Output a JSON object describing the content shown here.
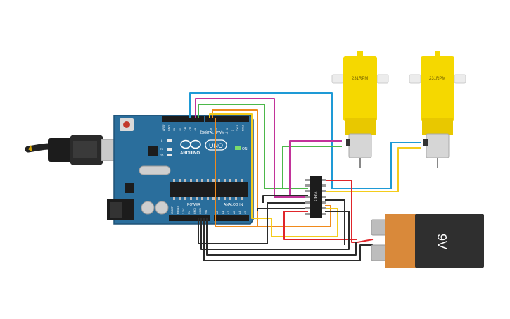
{
  "arduino": {
    "logo_text": "ARDUINO",
    "model_text": "UNO",
    "digital_label": "DIGITAL (PWM~)",
    "power_label": "POWER",
    "analog_label": "ANALOG IN",
    "on_label": "ON",
    "tx_label": "TX",
    "rx_label": "RX",
    "l_label": "L",
    "digital_pins": [
      "AREF",
      "GND",
      "13",
      "12",
      "~11",
      "~10",
      "~9",
      "8",
      "7",
      "~6",
      "~5",
      "4",
      "~3",
      "2",
      "TX▸1",
      "RX◂0"
    ],
    "power_pins": [
      "IOREF",
      "RESET",
      "3.3V",
      "5V",
      "GND",
      "GND",
      "VIN"
    ],
    "analog_pins": [
      "A0",
      "A1",
      "A2",
      "A3",
      "A4",
      "A5"
    ]
  },
  "driver_ic": {
    "label": "L293D"
  },
  "motors": [
    {
      "label": "231RPM"
    },
    {
      "label": "231RPM"
    }
  ],
  "battery": {
    "label": "9V"
  },
  "colors": {
    "board": "#2a6e9c",
    "board_dark": "#1f5277",
    "motor_yellow": "#f5d800",
    "battery_orange": "#d9893a",
    "wire_blue": "#1e9ad6",
    "wire_green": "#4cb84a",
    "wire_magenta": "#c2339a",
    "wire_orange": "#f08a1c",
    "wire_yellow": "#f4cc1c",
    "wire_red": "#e0262b",
    "wire_black": "#2b2b2b"
  }
}
